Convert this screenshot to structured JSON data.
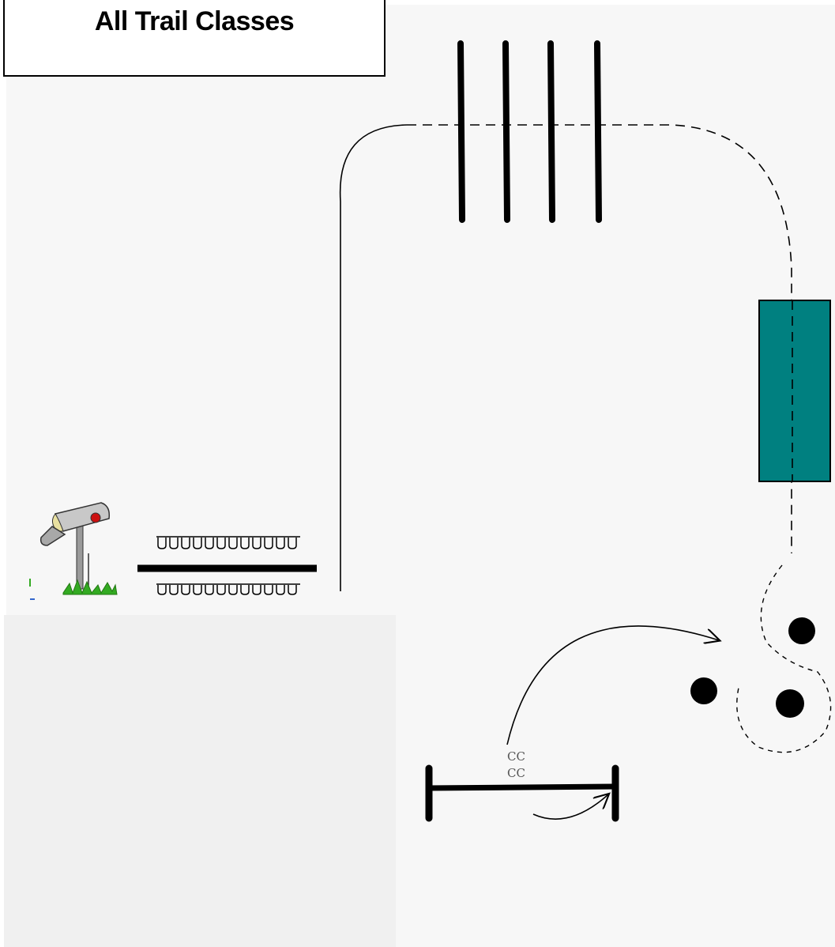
{
  "title": "All Trail Classes",
  "course_labels": {
    "cc_top": "CC",
    "cc_bottom": "CC"
  },
  "colors": {
    "background": "#f7f7f7",
    "obstacle": "#000000",
    "bridge": "#008080",
    "mailbox_flag": "#cc1111",
    "grass": "#33aa22"
  }
}
